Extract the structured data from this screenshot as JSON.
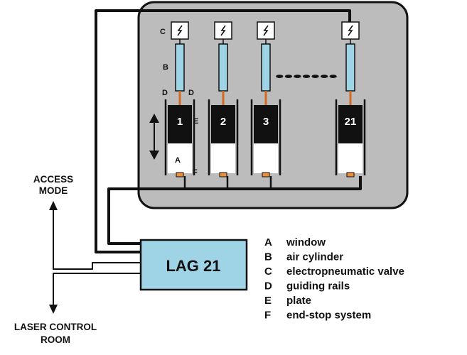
{
  "controller": {
    "name": "LAG 21"
  },
  "sides": {
    "access_mode": [
      "ACCESS",
      "MODE"
    ],
    "laser_control_room": [
      "LASER CONTROL",
      "ROOM"
    ]
  },
  "channels": [
    "1",
    "2",
    "3",
    "21"
  ],
  "ellipsis": "•••••••",
  "component_labels": {
    "valve": "C",
    "cylinder": "B",
    "rail_left": "D",
    "rail_right": "D",
    "plate": "E",
    "window": "A",
    "end_stop": "F"
  },
  "legend": [
    {
      "key": "A",
      "text": "window"
    },
    {
      "key": "B",
      "text": "air cylinder"
    },
    {
      "key": "C",
      "text": "electropneumatic valve"
    },
    {
      "key": "D",
      "text": "guiding rails"
    },
    {
      "key": "E",
      "text": "plate"
    },
    {
      "key": "F",
      "text": "end-stop system"
    }
  ],
  "colors": {
    "enclosure": "#bcbcbc",
    "cylinder": "#9fd3e6",
    "controller": "#9fd3e6",
    "rod": "#d2691e",
    "plate": "#111111",
    "end_stop": "#e8903c"
  }
}
